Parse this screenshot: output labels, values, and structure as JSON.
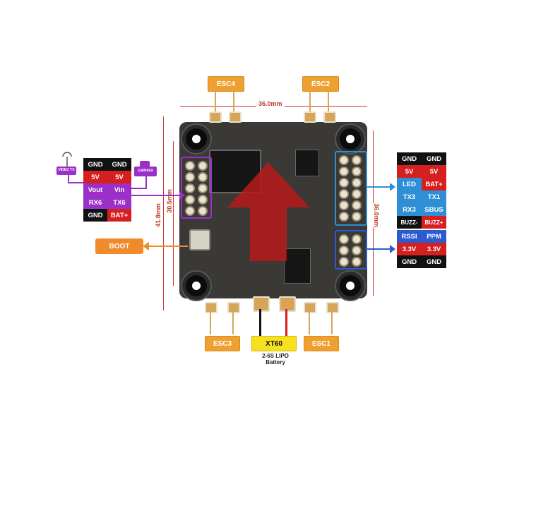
{
  "esc_labels": {
    "esc1": "ESC1",
    "esc2": "ESC2",
    "esc3": "ESC3",
    "esc4": "ESC4"
  },
  "dimensions": {
    "width": "36.0mm",
    "height_outer": "41.8mm",
    "height_inner": "30.5mm",
    "right_height": "36.0mm"
  },
  "power": {
    "connector": "XT60",
    "battery": "2-6S LIPO\nBattery"
  },
  "boot_label": "BOOT",
  "left_icons": {
    "video_tx": "VIDEO TX",
    "camera": "camera"
  },
  "left_pins": [
    [
      "GND",
      "GND"
    ],
    [
      "5V",
      "5V"
    ],
    [
      "Vout",
      "Vin"
    ],
    [
      "RX6",
      "TX6"
    ],
    [
      "GND",
      "BAT+"
    ]
  ],
  "right_pins_top": [
    [
      "GND",
      "GND"
    ],
    [
      "5V",
      "5V"
    ],
    [
      "LED",
      "BAT+"
    ],
    [
      "TX3",
      "TX1"
    ],
    [
      "RX3",
      "SBUS"
    ],
    [
      "BUZZ-",
      "BUZZ+"
    ]
  ],
  "right_pins_bottom": [
    [
      "RSSI",
      "PPM"
    ],
    [
      "3.3V",
      "3.3V"
    ],
    [
      "GND",
      "GND"
    ]
  ],
  "colors": {
    "esc": "#f0a030",
    "red": "#d61f1f",
    "black": "#111111",
    "purple": "#9b30c9",
    "blue": "#2e8fd6",
    "boot": "#f08a2a",
    "xt60": "#f7e020"
  }
}
